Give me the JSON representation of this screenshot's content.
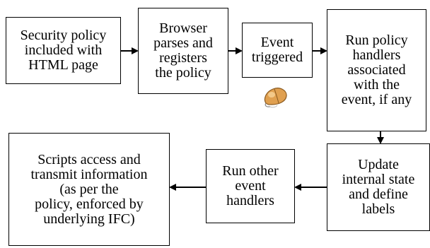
{
  "nodes": [
    {
      "id": "security-policy",
      "text": "Security policy\nincluded with\nHTML page"
    },
    {
      "id": "browser-parses",
      "text": "Browser\nparses and\nregisters\nthe policy"
    },
    {
      "id": "event-triggered",
      "text": "Event\ntriggered"
    },
    {
      "id": "run-policy-handlers",
      "text": "Run policy\nhandlers\nassociated\nwith the\nevent, if any"
    },
    {
      "id": "update-internal-state",
      "text": "Update\ninternal state\nand define\nlabels"
    },
    {
      "id": "run-other-handlers",
      "text": "Run other\nevent\nhandlers"
    },
    {
      "id": "scripts-access",
      "text": "Scripts access and\ntransmit information\n(as per the\npolicy, enforced by\nunderlying IFC)"
    }
  ],
  "edges": [
    {
      "from": "security-policy",
      "to": "browser-parses"
    },
    {
      "from": "browser-parses",
      "to": "event-triggered"
    },
    {
      "from": "event-triggered",
      "to": "run-policy-handlers"
    },
    {
      "from": "run-policy-handlers",
      "to": "update-internal-state"
    },
    {
      "from": "update-internal-state",
      "to": "run-other-handlers"
    },
    {
      "from": "run-other-handlers",
      "to": "scripts-access"
    }
  ],
  "icons": {
    "event_icon": "computer-mouse-icon"
  }
}
